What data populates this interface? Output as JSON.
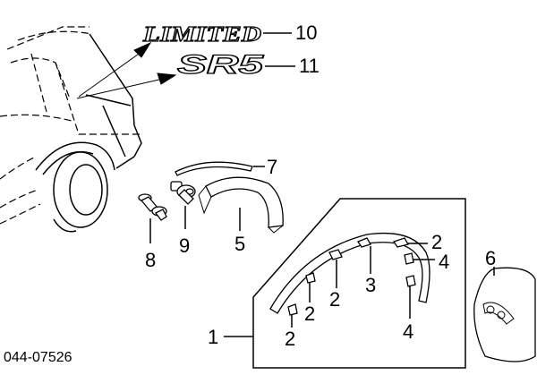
{
  "diagram": {
    "drawing_code": "044-07526",
    "emblems": {
      "limited_text": "LIMITED",
      "sr5_text": "SR5"
    },
    "callouts": [
      {
        "id": "c1",
        "label": "1"
      },
      {
        "id": "c2a",
        "label": "2"
      },
      {
        "id": "c2b",
        "label": "2"
      },
      {
        "id": "c2c",
        "label": "2"
      },
      {
        "id": "c2d",
        "label": "2"
      },
      {
        "id": "c3",
        "label": "3"
      },
      {
        "id": "c4a",
        "label": "4"
      },
      {
        "id": "c4b",
        "label": "4"
      },
      {
        "id": "c5",
        "label": "5"
      },
      {
        "id": "c6",
        "label": "6"
      },
      {
        "id": "c7",
        "label": "7"
      },
      {
        "id": "c8",
        "label": "8"
      },
      {
        "id": "c9",
        "label": "9"
      },
      {
        "id": "c10",
        "label": "10"
      },
      {
        "id": "c11",
        "label": "11"
      }
    ]
  }
}
